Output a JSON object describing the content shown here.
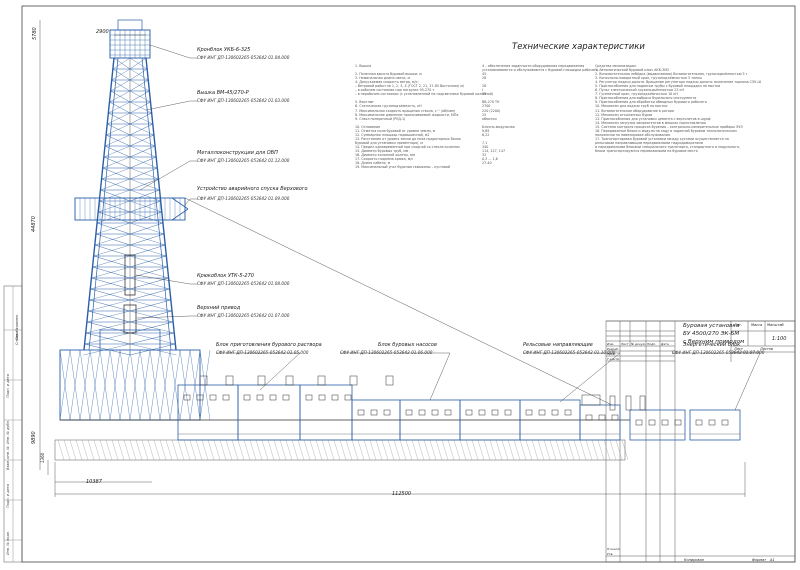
{
  "drawing": {
    "spec_title": "Технические характеристики",
    "title_block": {
      "name_lines": [
        "Буровая установка",
        "БУ 4500/270 ЭК-БМ",
        "с Верхним приводом"
      ],
      "small_headers": [
        "Лит.",
        "Масса",
        "Масштаб"
      ],
      "scale": "1:100",
      "sheet_label": "Лист",
      "sheets_label": "Листов",
      "copied_label": "Копировал",
      "format_label": "Формат",
      "format_value": "А1",
      "rows": [
        "Изм.",
        "Лист",
        "№ докум.",
        "Подп.",
        "Дата",
        "Разраб.",
        "Пров.",
        "Т.контр.",
        "Н.контр.",
        "Утв."
      ]
    },
    "labels": [
      {
        "title": "Кронблок УКБ-6-325",
        "code": "СФУ ИНГ ДП-130602265-053642 01.04.000"
      },
      {
        "title": "Вышка ВМ-45/270-Р",
        "code": "СФУ ИНГ ДП-130602265-053642 01.03.000"
      },
      {
        "title": "Металлоконструкции для ОВП",
        "code": "СФУ ИНГ ДП-130602265-053642 01.12.000"
      },
      {
        "title": "Устройство аварийного спуска Верхового",
        "code": "СФУ ИНГ ДП-130602265-053642 01.09.000"
      },
      {
        "title": "Крюкоблок УТК-5-270",
        "code": "СФУ ИНГ ДП-130602265-053642 01.08.000"
      },
      {
        "title": "Верхний привод",
        "code": "СФУ ИНГ ДП-130602265-053642 01.07.000"
      },
      {
        "title": "Блок приготовления бурового раствора",
        "code": "СФУ ИНГ ДП-130602265-053642 01.05.000"
      },
      {
        "title": "Блок буровых насосов",
        "code": "СФУ ИНГ ДП-130602265-053642 01.06.000"
      },
      {
        "title": "Рельсовые направляющие",
        "code": "СФУ ИНГ ДП-130602265-053642 01.10.000"
      },
      {
        "title": "Энергетический блок",
        "code": "СФУ ИНГ ДП-130602265-053642 01.07.000"
      }
    ],
    "dimensions": {
      "top_width": "2900",
      "crown_height": "5780",
      "mast_height": "44870",
      "base_height": "9890",
      "small": "1360",
      "base_len": "10387",
      "total_len": "112500"
    },
    "spec_col1": [
      "1. Вышка",
      "",
      "2. Полезная высота буровой вышки, м",
      "3. Номинальная длина свечи, м",
      "4. Допускаемая скорость ветра, м/с:",
      "– Ветровой район по 1, 2, 3, 4 (ГОСТ 2, 21, 27-85 Восточная) м/",
      "– в рабочем состоянии при нагрузке 95-270 т",
      "– в нерабочем состоянии (с установленной на подсвечнике буровой колонной)",
      "",
      "5. Вертлюг",
      "6. Статическая грузоподъёмность, кН",
      "7. Максимальная скорость вращения ствола, с⁻¹ (об/мин)",
      "8. Максимальное давление прокачиваемой жидкости, МПа",
      "9. Ствол поперечный (РУД-1)",
      "",
      "10. Основание",
      "11. Отметка пола буровой от уровня земли, м",
      "12. Суммарная площадь подвышечной, м2",
      "13. Расстояния от уровня земли до низа подроторных балок",
      "буровой для установки превентора/, м",
      "14. Предел одновременной при сходной со ствола колонны",
      "15. Диаметр буровых труб, мм",
      "16. Диаметр колонной холеты, мм",
      "17. Скорость подъёма крюка, м/с",
      "18. Длина кабеля, м",
      "19. Максимальный угол бурения скважины – кустовой"
    ],
    "spec_col2": [
      "4 – обеспечения заданности оборудования передвижения",
      "устанавливаются и обслуживаются с буровой площадки рабочего",
      "45",
      "28",
      "",
      "28",
      "I",
      "38",
      "",
      "ВВ-270 ТК",
      "2700",
      "220 (2200)",
      "25",
      "обмотки",
      "",
      "Блочно-модульная",
      "9,89",
      "6,22",
      "",
      "7,1",
      "340",
      "114, 127, 147",
      "32",
      "0,3 ... 1,6",
      "27-40",
      ""
    ],
    "spec_col3": [
      "Средства механизации:",
      "1. Автоматический буровой ключ АКБ-3М2",
      "2. Вспомогательная лебёдка (выдвигаемая) Вспомогательная, грузоподъёмностью 5 т",
      "3. Консольно-поворотный кран, грузоподъёмностью 3 тонны",
      "4. Регулятор подачи долота. Вращение регулятора подачи долота: включение тормоза СЭУ-Ш",
      "5. Приспособление для подвески трубы с буровой площадки на мостки",
      "6. Пульт электрической грузоподъёмностью 23 кН",
      "7. Гусеничный кран, грузоподъёмностью 10 кН",
      "8. Приспособления для выброса бурильного инструмента",
      "9. Приспособления для обработки обводных бурового рабочего",
      "10. Механизм для подачи труб на мостки",
      "11. Вспомогательное оборудование в ротора",
      "12. Механизм отсыпанных буров",
      "13. Приспособления для установки цемента с вертолетов в шурф",
      "14. Механизм загрузки химреагентов в мешках приготовления",
      "15. Система контроля процесса бурения – контрольно-измерительные приборы ЭУЭ",
      "16. Передвижные блоки и модули на ходу в заданной буровом технологическом",
      "положении по нивелировке обслуживания",
      "17. Транспортировка буровой установки между кустами осуществляется по",
      "рельсовым направляющим передвижными гидродомкратами",
      "и передвижными блоками специального транспорта, стандартного и модульного,",
      "блоки транспортируются перевозимыми на буровое место"
    ],
    "side_stamps": [
      "Перв. примен.",
      "Справ. №",
      "Подп. и дата",
      "Инв. № дубл.",
      "Взам. инв. №",
      "Подп. и дата",
      "Инв. № подл."
    ]
  }
}
